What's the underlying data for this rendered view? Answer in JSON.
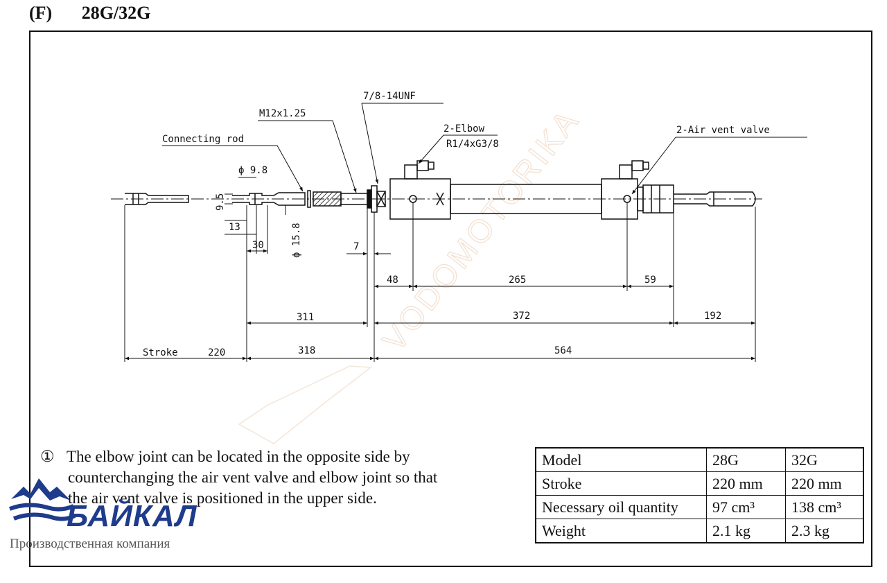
{
  "header": {
    "section": "(F)",
    "title": "28G/32G"
  },
  "callouts": {
    "connecting_rod": "Connecting rod",
    "thread_m12": "M12x1.25",
    "thread_unf": "7/8-14UNF",
    "elbow_title": "2-Elbow",
    "elbow_spec": "R1/4xG3/8",
    "air_vent": "2-Air vent valve",
    "phi_98": "ϕ 9.8",
    "phi_158": "ϕ 15.8",
    "d_95": "9.5",
    "d_13": "13",
    "d_30": "30",
    "d_7": "7"
  },
  "dimensions": {
    "d48": "48",
    "d265": "265",
    "d59": "59",
    "d311": "311",
    "d372": "372",
    "d192": "192",
    "stroke_label": "Stroke",
    "stroke_value": "220",
    "d318": "318",
    "d564": "564"
  },
  "note": {
    "marker": "①",
    "lines": [
      "The elbow joint can be located in the opposite side by",
      "counterchanging the air vent valve and elbow joint so that",
      "the air vent valve is positioned in the upper side."
    ]
  },
  "spec_table": {
    "rows": [
      [
        "Model",
        "28G",
        "32G"
      ],
      [
        "Stroke",
        "220 mm",
        "220 mm"
      ],
      [
        "Necessary oil quantity",
        "97 cm³",
        "138 cm³"
      ],
      [
        "Weight",
        "2.1 kg",
        "2.3 kg"
      ]
    ]
  },
  "watermark": {
    "text": "VODOMOTORIKA"
  },
  "logo": {
    "brand": "БАЙКАЛ",
    "subtitle": "Производственная компания"
  },
  "colors": {
    "ink": "#111111",
    "watermark": "#f0d8c4",
    "logo_blue": "#1f3b8c"
  }
}
